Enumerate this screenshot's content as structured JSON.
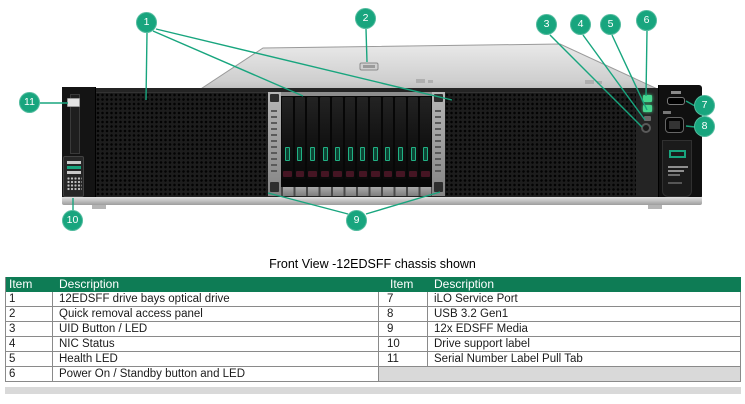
{
  "colors": {
    "accent_green": "#18a57e",
    "table_header_bg": "#0e7c55",
    "table_header_text": "#ffffff",
    "empty_cell_gray": "#d9d9d9"
  },
  "caption": "Front View -12EDSFF chassis shown",
  "callout_labels": [
    "1",
    "2",
    "3",
    "4",
    "5",
    "6",
    "7",
    "8",
    "9",
    "10",
    "11"
  ],
  "table": {
    "left": {
      "headers": {
        "item": "Item",
        "description": "Description"
      },
      "rows": [
        {
          "item": "1",
          "description": "12EDSFF drive bays optical drive"
        },
        {
          "item": "2",
          "description": "Quick removal access panel"
        },
        {
          "item": "3",
          "description": "UID Button / LED"
        },
        {
          "item": "4",
          "description": "NIC Status"
        },
        {
          "item": "5",
          "description": "Health LED"
        },
        {
          "item": "6",
          "description": "Power On / Standby button and LED"
        }
      ]
    },
    "right": {
      "headers": {
        "item": "Item",
        "description": "Description"
      },
      "rows": [
        {
          "item": "7",
          "description": "iLO Service Port"
        },
        {
          "item": "8",
          "description": "USB 3.2 Gen1"
        },
        {
          "item": "9",
          "description": "12x EDSFF Media"
        },
        {
          "item": "10",
          "description": "Drive support label"
        },
        {
          "item": "11",
          "description": "Serial Number Label Pull Tab"
        }
      ]
    }
  }
}
